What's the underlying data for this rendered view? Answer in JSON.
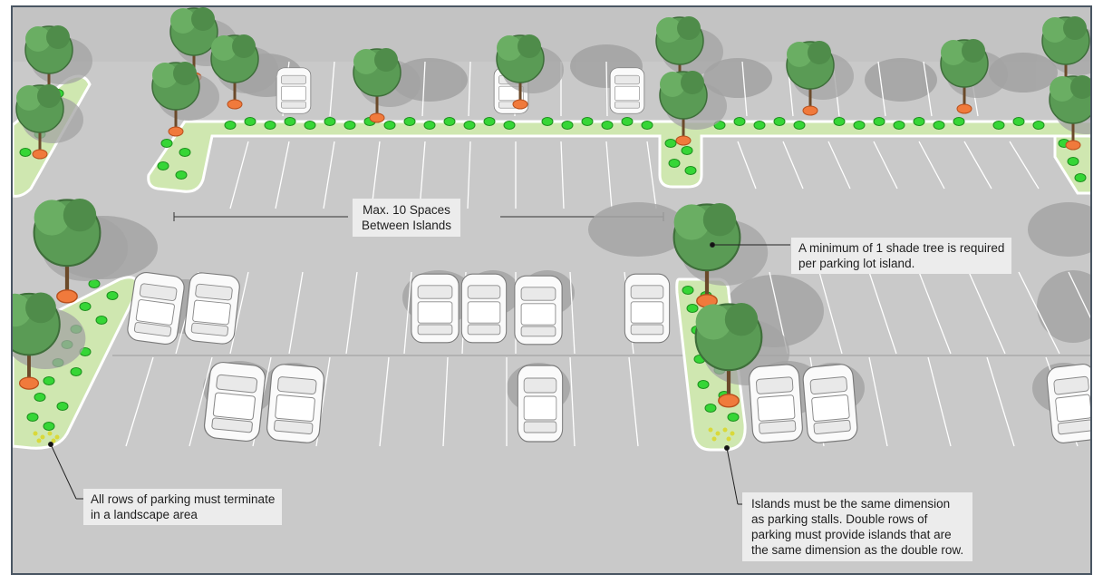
{
  "callouts": {
    "spaces_line1": "Max. 10 Spaces",
    "spaces_line2": "Between Islands",
    "tree_line1": "A minimum of 1 shade tree is required",
    "tree_line2": "per parking lot island.",
    "rows_line1": "All rows of parking must terminate",
    "rows_line2": "in a landscape area",
    "islands_line1": "Islands must be the same dimension",
    "islands_line2": "as parking stalls. Double rows of",
    "islands_line3": "parking must provide islands that are",
    "islands_line4": "the same dimension as the double row."
  },
  "colors": {
    "pavement": "#c9c9c9",
    "island_fill": "#cfe7b0",
    "shrub": "#36d636",
    "tree_canopy": "#5a9b55",
    "mulch": "#f07a3c",
    "car": "#fafafa",
    "border": "#4a5663"
  }
}
